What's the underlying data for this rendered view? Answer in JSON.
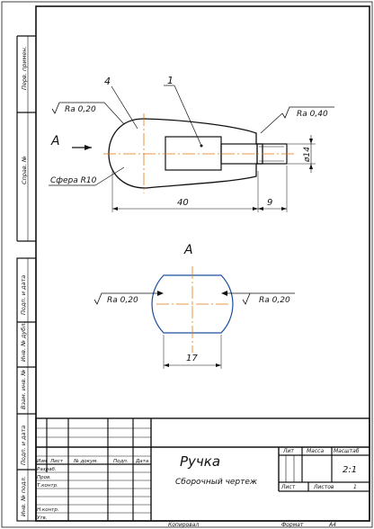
{
  "drawing": {
    "view_label_main": "А",
    "view_label_section": "А",
    "callout_part_1": "1",
    "callout_part_4": "4",
    "sphere_note": "Сфера R10",
    "roughness_top_left": "Ra 0,20",
    "roughness_top_right": "Ra 0,40",
    "roughness_view_left": "Ra 0,20",
    "roughness_view_right": "Ra 0,20",
    "dim_length": "40",
    "dim_thread_length": "9",
    "dim_diameter": "ø14",
    "dim_flat_width": "17"
  },
  "side_stamp": {
    "perv_primen": "Перв. примен.",
    "sprav_no": "Справ. №",
    "podp_date_top": "Подп. и дата",
    "inv_dubl": "Инв. № дубл.",
    "vzam_inv": "Взам. инв. №",
    "podp_date_bottom": "Подп. и дата",
    "inv_podl": "Инв. № подл."
  },
  "title_block": {
    "title": "Ручка",
    "subtitle": "Сборочный чертеж",
    "col_izm": "Изм",
    "col_list": "Лист",
    "col_doc": "№ докум.",
    "col_podp": "Подп.",
    "col_date": "Дата",
    "row_razrab": "Разраб.",
    "row_prov": "Пров.",
    "row_tkontr": "Т.контр.",
    "row_nkontr": "Н.контр.",
    "row_utv": "Утв.",
    "hdr_lit": "Лит",
    "hdr_massa": "Масса",
    "hdr_masshtab": "Масштаб",
    "scale_value": "2:1",
    "sheet_label": "Лист",
    "sheets_label": "Листов",
    "sheets_value": "1"
  },
  "footer": {
    "copied": "Копировал",
    "format_label": "Формат",
    "format_value": "А4"
  }
}
